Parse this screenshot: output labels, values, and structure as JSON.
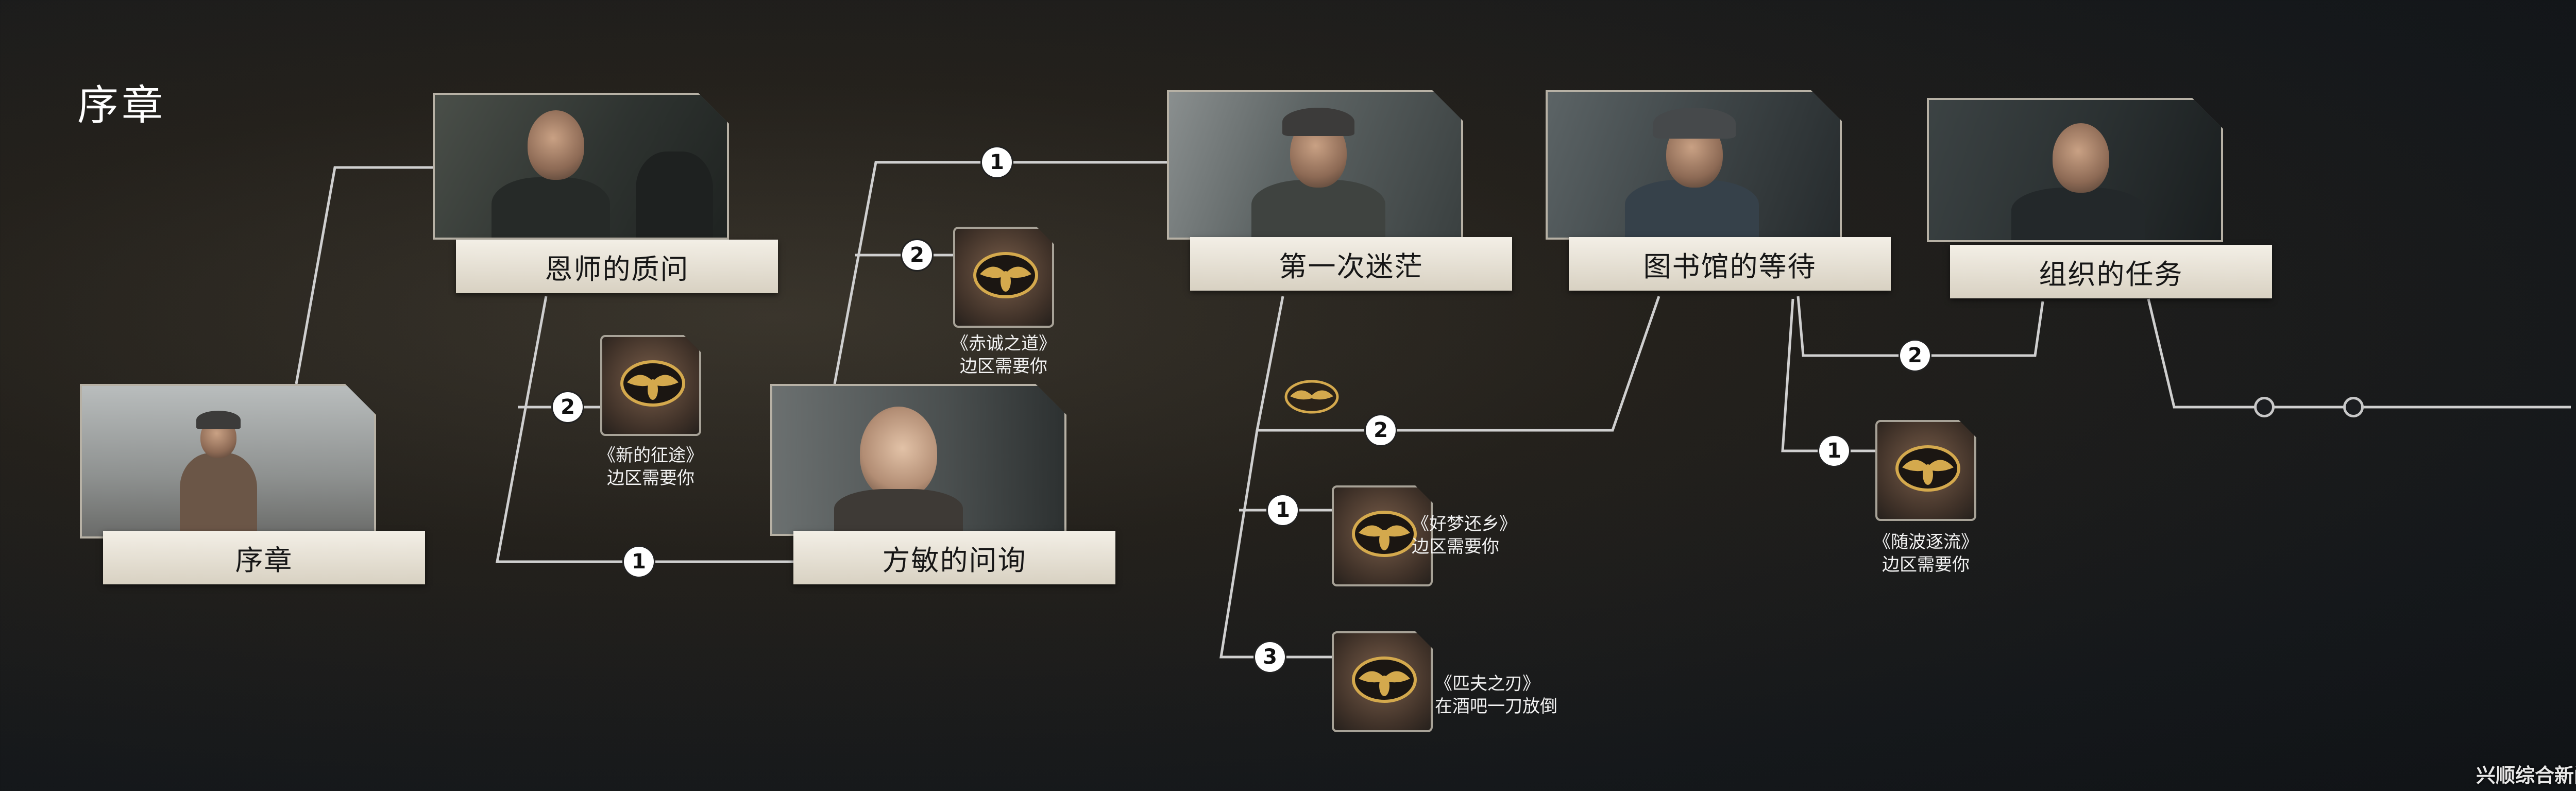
{
  "chapter": {
    "title": "序章"
  },
  "nodes": [
    {
      "id": "prologue",
      "label": "序章"
    },
    {
      "id": "mentor",
      "label": "恩师的质问"
    },
    {
      "id": "fangmin",
      "label": "方敏的问询"
    },
    {
      "id": "confusion",
      "label": "第一次迷茫"
    },
    {
      "id": "library",
      "label": "图书馆的等待"
    },
    {
      "id": "mission",
      "label": "组织的任务"
    }
  ],
  "side_items": [
    {
      "title": "《新的征途》",
      "desc": "边区需要你"
    },
    {
      "title": "《赤诚之道》",
      "desc": "边区需要你"
    },
    {
      "title": "《好梦还乡》",
      "desc": "边区需要你"
    },
    {
      "title": "《匹夫之刃》",
      "desc": "在酒吧一刀放倒"
    },
    {
      "title": "《随波逐流》",
      "desc": "边区需要你"
    }
  ],
  "badges": {
    "b_mentor_2": "2",
    "b_mentor_1": "1",
    "b_fangmin_1": "1",
    "b_fangmin_2": "2",
    "b_confusion_2": "2",
    "b_confusion_1": "1",
    "b_confusion_3": "3",
    "b_library_2": "2",
    "b_library_1": "1"
  },
  "watermark": "兴顺综合新闻网",
  "colors": {
    "line": "#cfcfcf",
    "label_bg": "#ece7dc",
    "emblem": "#d4a94d"
  }
}
